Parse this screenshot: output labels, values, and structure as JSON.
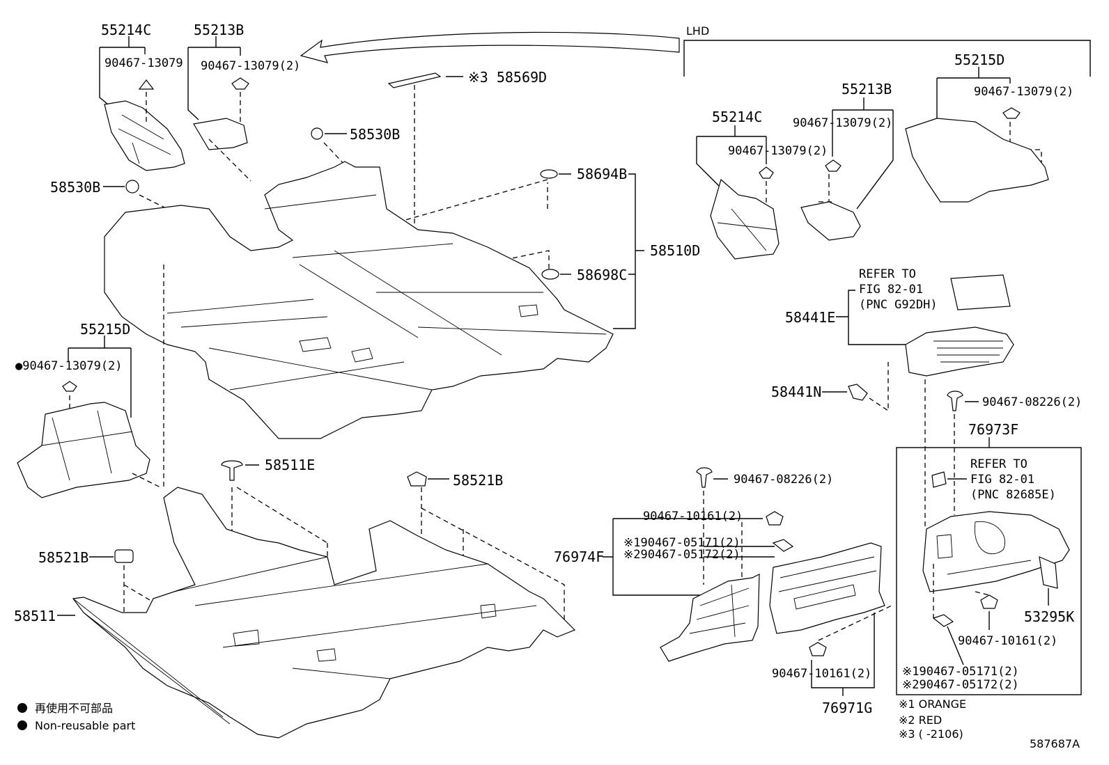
{
  "labels": {
    "p55214C_left": "55214C",
    "p90467_13079_a": "90467-13079",
    "p55213B_left": "55213B",
    "p90467_13079_2_b": "90467-13079(2)",
    "p58569D": "※3 58569D",
    "p58530B_top": "58530B",
    "p58530B_left": "58530B",
    "p58694B": "58694B",
    "p58510D": "58510D",
    "p58698C": "58698C",
    "p55215D_left": "55215D",
    "p90467_13079_2_c": "●90467-13079(2)",
    "p58511E": "58511E",
    "p58521B_top": "58521B",
    "p58521B_left": "58521B",
    "p58511": "58511",
    "lhd": "LHD",
    "p55215D_right": "55215D",
    "p90467_13079_2_d": "90467-13079(2)",
    "p55213B_right": "55213B",
    "p90467_13079_2_e": "90467-13079(2)",
    "p55214C_right": "55214C",
    "p90467_13079_2_f": "90467-13079(2)",
    "refer1_a": "REFER TO",
    "refer1_b": "FIG 82-01",
    "refer1_c": "(PNC G92DH)",
    "p58441E": "58441E",
    "p58441N": "58441N",
    "p90467_08226_2_a": "90467-08226(2)",
    "p76973F": "76973F",
    "refer2_a": "REFER TO",
    "refer2_b": "FIG 82-01",
    "refer2_c": "(PNC 82685E)",
    "p90467_08226_2_b": "90467-08226(2)",
    "p90467_10161_2_a": "90467-10161(2)",
    "p76974F": "76974F",
    "p90467_05171_a": "※190467-05171(2)",
    "p90467_05172_a": "※290467-05172(2)",
    "p53295K": "53295K",
    "p90467_10161_2_b": "90467-10161(2)",
    "p90467_10161_2_c": "90467-10161(2)",
    "p90467_05171_b": "※190467-05171(2)",
    "p90467_05172_b": "※290467-05172(2)",
    "p76971G": "76971G"
  },
  "notes": {
    "non_reusable_jp": "再使用不可部品",
    "non_reusable_en": "Non-reusable part",
    "note1": "※1 ORANGE",
    "note2": "※2 RED",
    "note3": "※3 (      -2106)"
  },
  "figure_id": "587687A"
}
